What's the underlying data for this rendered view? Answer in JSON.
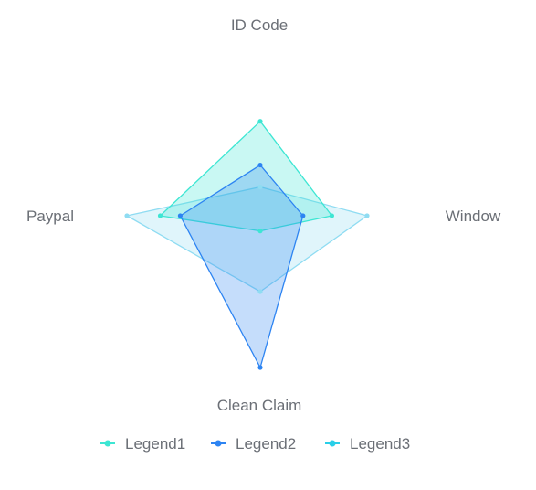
{
  "chart_data": {
    "type": "radar",
    "axes": [
      "ID Code",
      "Window",
      "Clean Claim",
      "Paypal"
    ],
    "range": [
      0,
      100
    ],
    "legend_position": "bottom",
    "series": [
      {
        "name": "Legend3",
        "values": [
          25,
          100,
          50,
          100
        ],
        "color": "#8fdcf2"
      },
      {
        "name": "Legend1",
        "values": [
          82,
          67,
          10,
          75
        ],
        "color": "#3de6d3"
      },
      {
        "name": "Legend2",
        "values": [
          44,
          40,
          100,
          60
        ],
        "color": "#2d84f2"
      }
    ],
    "legend_order": [
      "Legend1",
      "Legend2",
      "Legend3"
    ],
    "legend_colors": [
      "#3de6d3",
      "#2d84f2",
      "#29cfe8"
    ]
  }
}
